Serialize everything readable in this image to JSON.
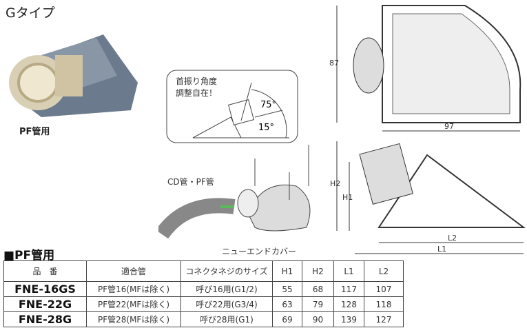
{
  "title": "Gタイプ",
  "product_label": "PF管用",
  "callout": {
    "line1": "首振り角度",
    "line2": "調整自在！",
    "angle1": "75°",
    "angle2": "15°"
  },
  "labels": {
    "pipe": "CD管・PF管",
    "cover": "ニューエンドカバー"
  },
  "dims": {
    "height": "87",
    "width": "97",
    "h1": "H1",
    "h2": "H2",
    "l1": "L1",
    "l2": "L2"
  },
  "section": "■PF管用",
  "table": {
    "headers": [
      "品　番",
      "適合管",
      "コネクタネジのサイズ",
      "H1",
      "H2",
      "L1",
      "L2"
    ],
    "rows": [
      [
        "FNE-16GS",
        "PF管16(MFは除く)",
        "呼び16用(G1/2)",
        "55",
        "68",
        "117",
        "107"
      ],
      [
        "FNE-22G",
        "PF管22(MFは除く)",
        "呼び22用(G3/4)",
        "63",
        "79",
        "128",
        "118"
      ],
      [
        "FNE-28G",
        "PF管28(MFは除く)",
        "呼び28用(G1)",
        "69",
        "90",
        "139",
        "127"
      ]
    ]
  }
}
